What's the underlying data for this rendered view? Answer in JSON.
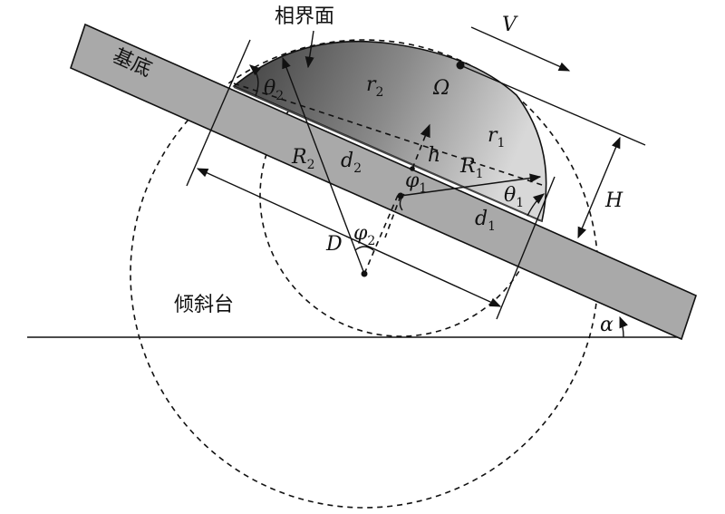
{
  "labels": {
    "interface": "相界面",
    "substrate": "基底",
    "tilt_stage": "倾斜台",
    "velocity": "V",
    "omega": "Ω",
    "theta2": "θ",
    "theta2_sub": "2",
    "r2": "r",
    "r2_sub": "2",
    "r1": "r",
    "r1_sub": "1",
    "h": "h",
    "R2": "R",
    "R2_sub": "2",
    "d2": "d",
    "d2_sub": "2",
    "R1": "R",
    "R1_sub": "1",
    "phi1": "φ",
    "phi1_sub": "1",
    "theta1": "θ",
    "theta1_sub": "1",
    "d1": "d",
    "d1_sub": "1",
    "D": "D",
    "phi2": "φ",
    "phi2_sub": "2",
    "H": "H",
    "alpha": "α"
  },
  "colors": {
    "substrate_fill": "#a9a9a9",
    "droplet_light": "#d4d4d4",
    "droplet_dark": "#3a3a3a",
    "line": "#111111"
  }
}
